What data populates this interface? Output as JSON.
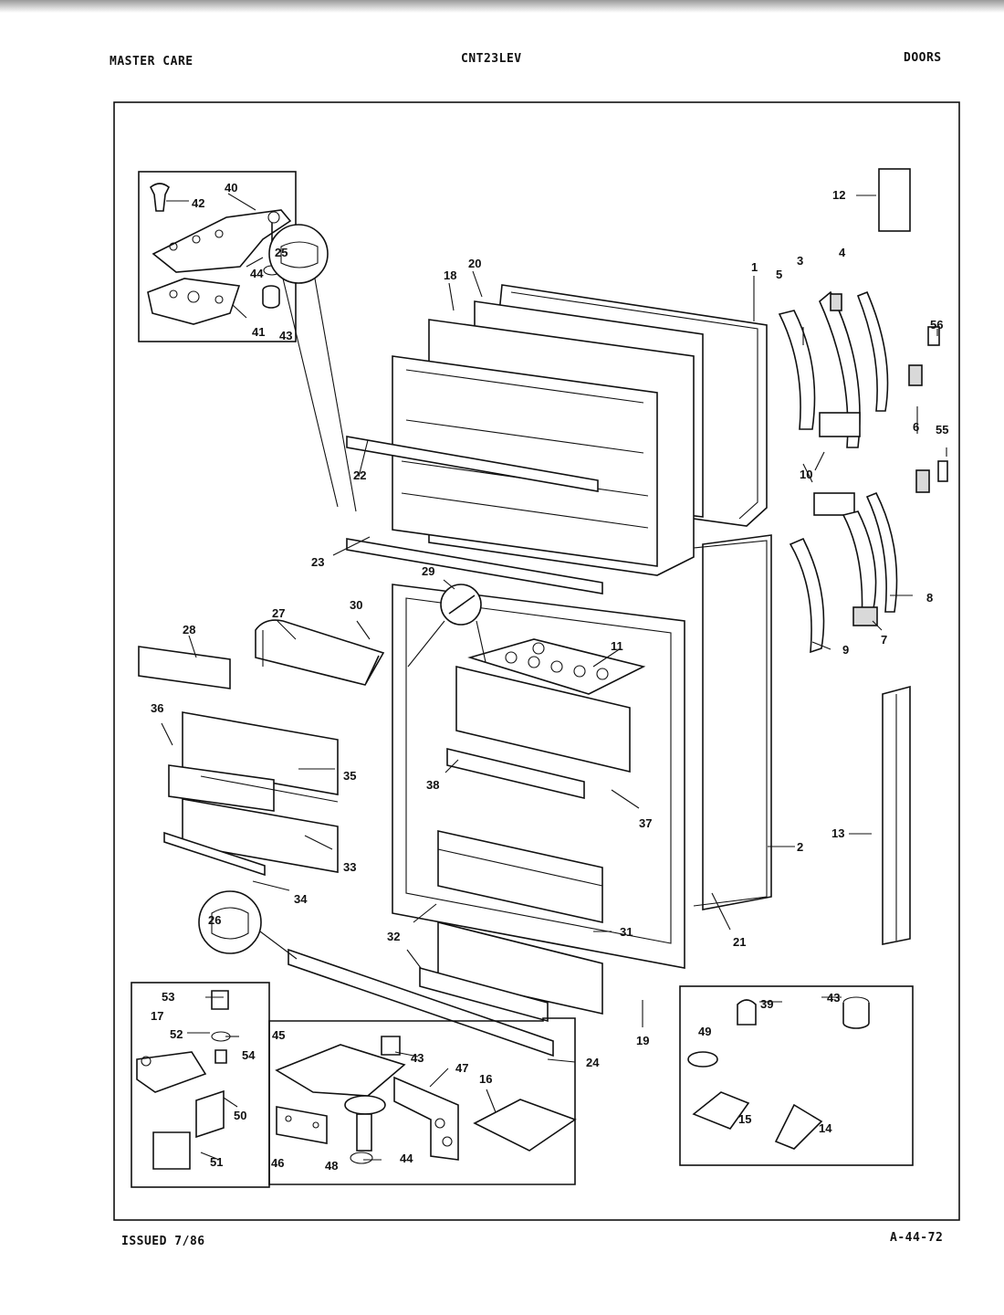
{
  "header": {
    "brand": "MASTER CARE",
    "model": "CNT23LEV",
    "section": "DOORS"
  },
  "footer": {
    "issued": "ISSUED 7/86",
    "page_code": "A-44-72"
  },
  "callouts": [
    "1",
    "2",
    "3",
    "4",
    "5",
    "6",
    "7",
    "8",
    "9",
    "10",
    "11",
    "12",
    "13",
    "14",
    "15",
    "16",
    "17",
    "18",
    "19",
    "20",
    "21",
    "22",
    "23",
    "24",
    "25",
    "26",
    "27",
    "28",
    "29",
    "30",
    "31",
    "32",
    "33",
    "34",
    "35",
    "36",
    "37",
    "38",
    "39",
    "40",
    "41",
    "42",
    "43",
    "44",
    "45",
    "46",
    "47",
    "48",
    "49",
    "50",
    "51",
    "52",
    "53",
    "54",
    "55",
    "56"
  ],
  "colors": {
    "ink": "#111111",
    "paper": "#ffffff"
  }
}
